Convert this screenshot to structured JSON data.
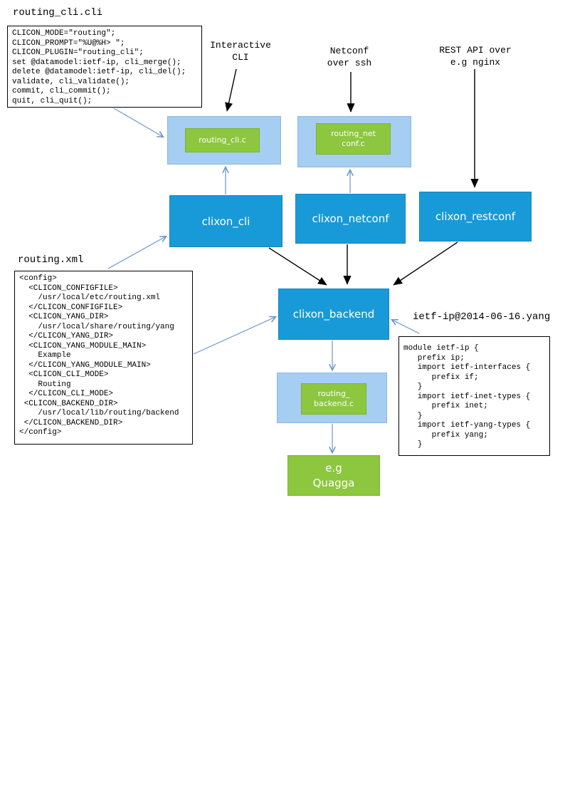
{
  "diagram": {
    "files": {
      "routing_cli_cli": {
        "title": "routing_cli.cli",
        "code": "CLICON_MODE=\"routing\";\nCLICON_PROMPT=\"%U@%H> \";\nCLICON_PLUGIN=\"routing_cli\";\nset @datamodel:ietf-ip, cli_merge();\ndelete @datamodel:ietf-ip, cli_del();\nvalidate, cli_validate();\ncommit, cli_commit();\nquit, cli_quit();"
      },
      "routing_xml": {
        "title": "routing.xml",
        "code": "<config>\n  <CLICON_CONFIGFILE>\n    /usr/local/etc/routing.xml\n  </CLICON_CONFIGFILE>\n  <CLICON_YANG_DIR>\n    /usr/local/share/routing/yang\n  </CLICON_YANG_DIR>\n  <CLICON_YANG_MODULE_MAIN>\n    Example\n  </CLICON_YANG_MODULE_MAIN>\n  <CLICON_CLI_MODE>\n    Routing\n  </CLICON_CLI_MODE>\n <CLICON_BACKEND_DIR>\n    /usr/local/lib/routing/backend\n </CLICON_BACKEND_DIR>\n</config>"
      },
      "ietf_ip_yang": {
        "title": "ietf-ip@2014-06-16.yang",
        "code": "module ietf-ip {\n   prefix ip;\n   import ietf-interfaces {\n      prefix if;\n   }\n   import ietf-inet-types {\n      prefix inet;\n   }\n   import ietf-yang-types {\n      prefix yang;\n   }"
      }
    },
    "annotations": {
      "interactive_cli": "Interactive\nCLI",
      "netconf_ssh": "Netconf\nover ssh",
      "rest_api": "REST API over\ne.g nginx"
    },
    "nodes": {
      "routing_cli_c": "routing_cli.c",
      "routing_netconf_c": "routing_net\nconf.c",
      "clixon_cli": "clixon_cli",
      "clixon_netconf": "clixon_netconf",
      "clixon_restconf": "clixon_restconf",
      "clixon_backend": "clixon_backend",
      "routing_backend_c": "routing_\nbackend.c",
      "quagga": "e.g\nQuagga"
    },
    "colors": {
      "process_blue": "#189ad8",
      "plugin_container_blue": "#a6cdf2",
      "plugin_green": "#8dc63f",
      "arrow_blue": "#6b96c7",
      "arrow_black": "#000000"
    }
  }
}
